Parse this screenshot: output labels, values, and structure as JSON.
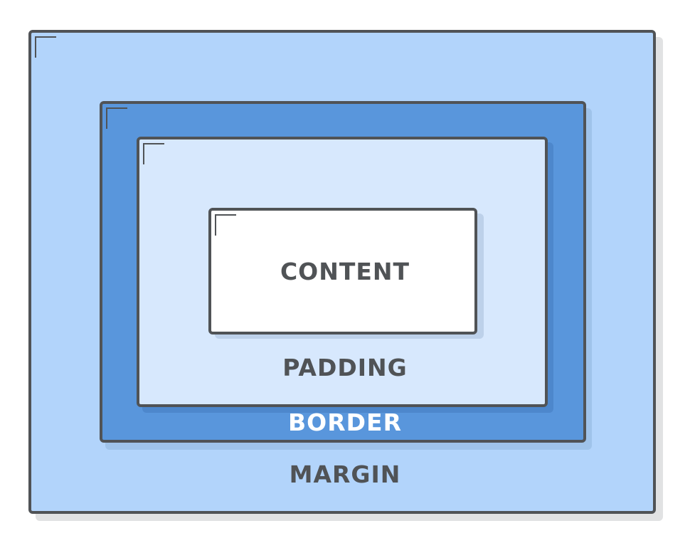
{
  "diagram": {
    "layers": {
      "margin": {
        "label": "MARGIN",
        "color": "#b2d4fb"
      },
      "border": {
        "label": "BORDER",
        "color": "#5996dc"
      },
      "padding": {
        "label": "PADDING",
        "color": "#d7e8fd"
      },
      "content": {
        "label": "CONTENT",
        "color": "#ffffff"
      }
    },
    "outline_color": "#505356"
  }
}
